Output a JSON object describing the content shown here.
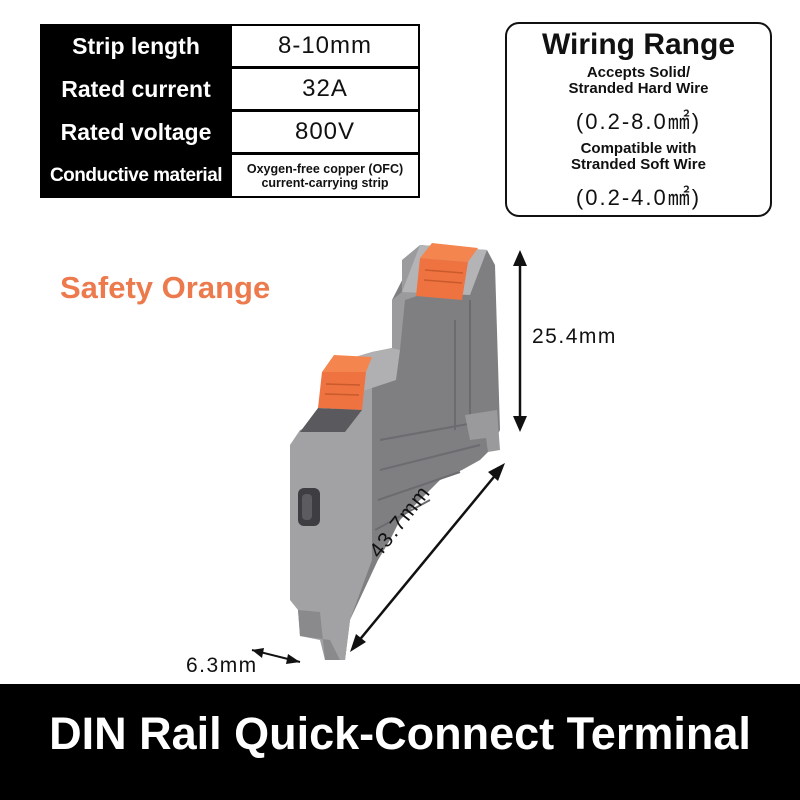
{
  "specs": [
    {
      "label": "Strip length",
      "value": "8-10mm"
    },
    {
      "label": "Rated current",
      "value": "32A"
    },
    {
      "label": "Rated voltage",
      "value": "800V"
    },
    {
      "label": "Conductive material",
      "value_line1": "Oxygen-free copper (OFC)",
      "value_line2": "current-carrying strip"
    }
  ],
  "wiring": {
    "title": "Wiring Range",
    "hard_line1": "Accepts Solid/",
    "hard_line2": "Stranded  Hard Wire",
    "hard_range": "(0.2-8.0㎟)",
    "soft_line1": "Compatible with",
    "soft_line2": "Stranded Soft Wire",
    "soft_range": "(0.2-4.0㎟)"
  },
  "color_label": "Safety Orange",
  "dimensions": {
    "height": "25.4mm",
    "length": "43.7mm",
    "width": "6.3mm"
  },
  "banner": "DIN Rail Quick-Connect Terminal",
  "colors": {
    "orange": "#ec7a4d",
    "body_gray": "#8d8d8f"
  }
}
